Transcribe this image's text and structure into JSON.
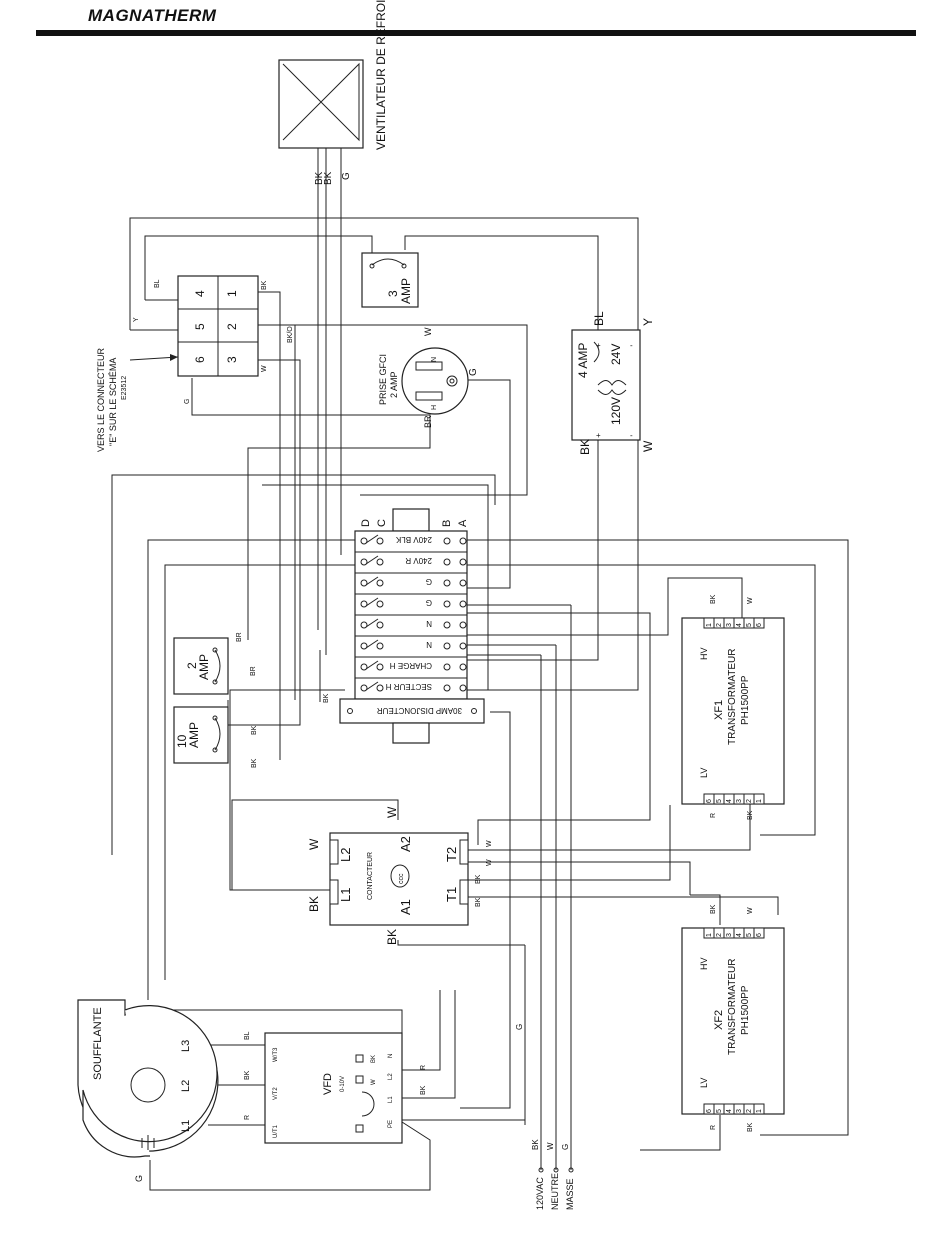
{
  "header": {
    "brand": "MAGNATHERM"
  },
  "fan": {
    "label": "VENTILATEUR DE REFROIDISSEMENT",
    "wires": [
      "BK",
      "BK",
      "G"
    ]
  },
  "fuse_3a": {
    "value": "3",
    "unit": "AMP"
  },
  "junction_block": {
    "terminals": [
      "4",
      "1",
      "5",
      "2",
      "6",
      "3"
    ],
    "wires": [
      "BL",
      "BK",
      "Y",
      "BK/O",
      "W",
      "G"
    ],
    "connector_note": [
      "VERS LE CONNECTEUR",
      "\"E\" SUR LE SCHÉMA",
      "E23512"
    ]
  },
  "gfci": {
    "label": [
      "PRISE GFCI",
      "2 AMP"
    ],
    "pins": [
      "N",
      "H",
      "G"
    ],
    "wires": [
      "W",
      "BR"
    ]
  },
  "control_transformer": {
    "fuse": "4 AMP",
    "secondary": "24V",
    "primary": "120V",
    "wires": [
      "BL",
      "Y",
      "BK",
      "W"
    ],
    "polarity": [
      "+",
      "-",
      "+",
      "-"
    ]
  },
  "terminal_strip": {
    "columns": [
      "D",
      "C",
      "B",
      "A"
    ],
    "rows": [
      "240V BLK",
      "240V R",
      "G",
      "G",
      "N",
      "N",
      "CHARGE H",
      "SECTEUR H"
    ],
    "breaker": "30AMP DISJONCTEUR"
  },
  "fuse_2a": {
    "value": "2",
    "unit": "AMP",
    "wires": [
      "BR",
      "BR"
    ]
  },
  "fuse_10a": {
    "value": "10",
    "unit": "AMP",
    "wires": [
      "BK",
      "BK",
      "BK"
    ]
  },
  "xf1": {
    "name": "XF1",
    "type": "TRANSFORMATEUR",
    "model": "PH1500PP",
    "hv": "HV",
    "lv": "LV",
    "wires": [
      "BK",
      "W",
      "R",
      "BK"
    ],
    "pins_top": [
      "1",
      "2",
      "3",
      "4",
      "5",
      "6"
    ],
    "pins_bottom": [
      "6",
      "5",
      "4",
      "3",
      "2",
      "1"
    ]
  },
  "xf2": {
    "name": "XF2",
    "type": "TRANSFORMATEUR",
    "model": "PH1500PP",
    "hv": "HV",
    "lv": "LV",
    "wires": [
      "BK",
      "W",
      "R",
      "BK"
    ],
    "pins_top": [
      "1",
      "2",
      "3",
      "4",
      "5",
      "6"
    ],
    "pins_bottom": [
      "6",
      "5",
      "4",
      "3",
      "2",
      "1"
    ]
  },
  "contactor": {
    "label": "CONTACTEUR",
    "coil": "ccc",
    "terminals": [
      "L2",
      "L1",
      "A2",
      "A1",
      "T2",
      "T1"
    ],
    "wires": [
      "W",
      "BK",
      "W",
      "BK",
      "W",
      "W",
      "BK",
      "BK"
    ]
  },
  "blower": {
    "label": "SOUFFLANTE",
    "phases": [
      "L3",
      "L2",
      "L1"
    ],
    "ground_wire": "G"
  },
  "vfd": {
    "label": "VFD",
    "signal": "0-10V",
    "outputs": [
      "W/T3",
      "V/T2",
      "U/T1"
    ],
    "inputs": [
      "L2",
      "L1",
      "PE"
    ],
    "ctrl": [
      "BK",
      "W",
      "N"
    ],
    "wires": [
      "BL",
      "BK",
      "R",
      "R",
      "BK"
    ]
  },
  "supply": {
    "wires": [
      "BK",
      "W",
      "G"
    ],
    "labels": [
      "120VAC",
      "NEUTRE",
      "MASSE"
    ],
    "extra_wires": [
      "G"
    ]
  }
}
